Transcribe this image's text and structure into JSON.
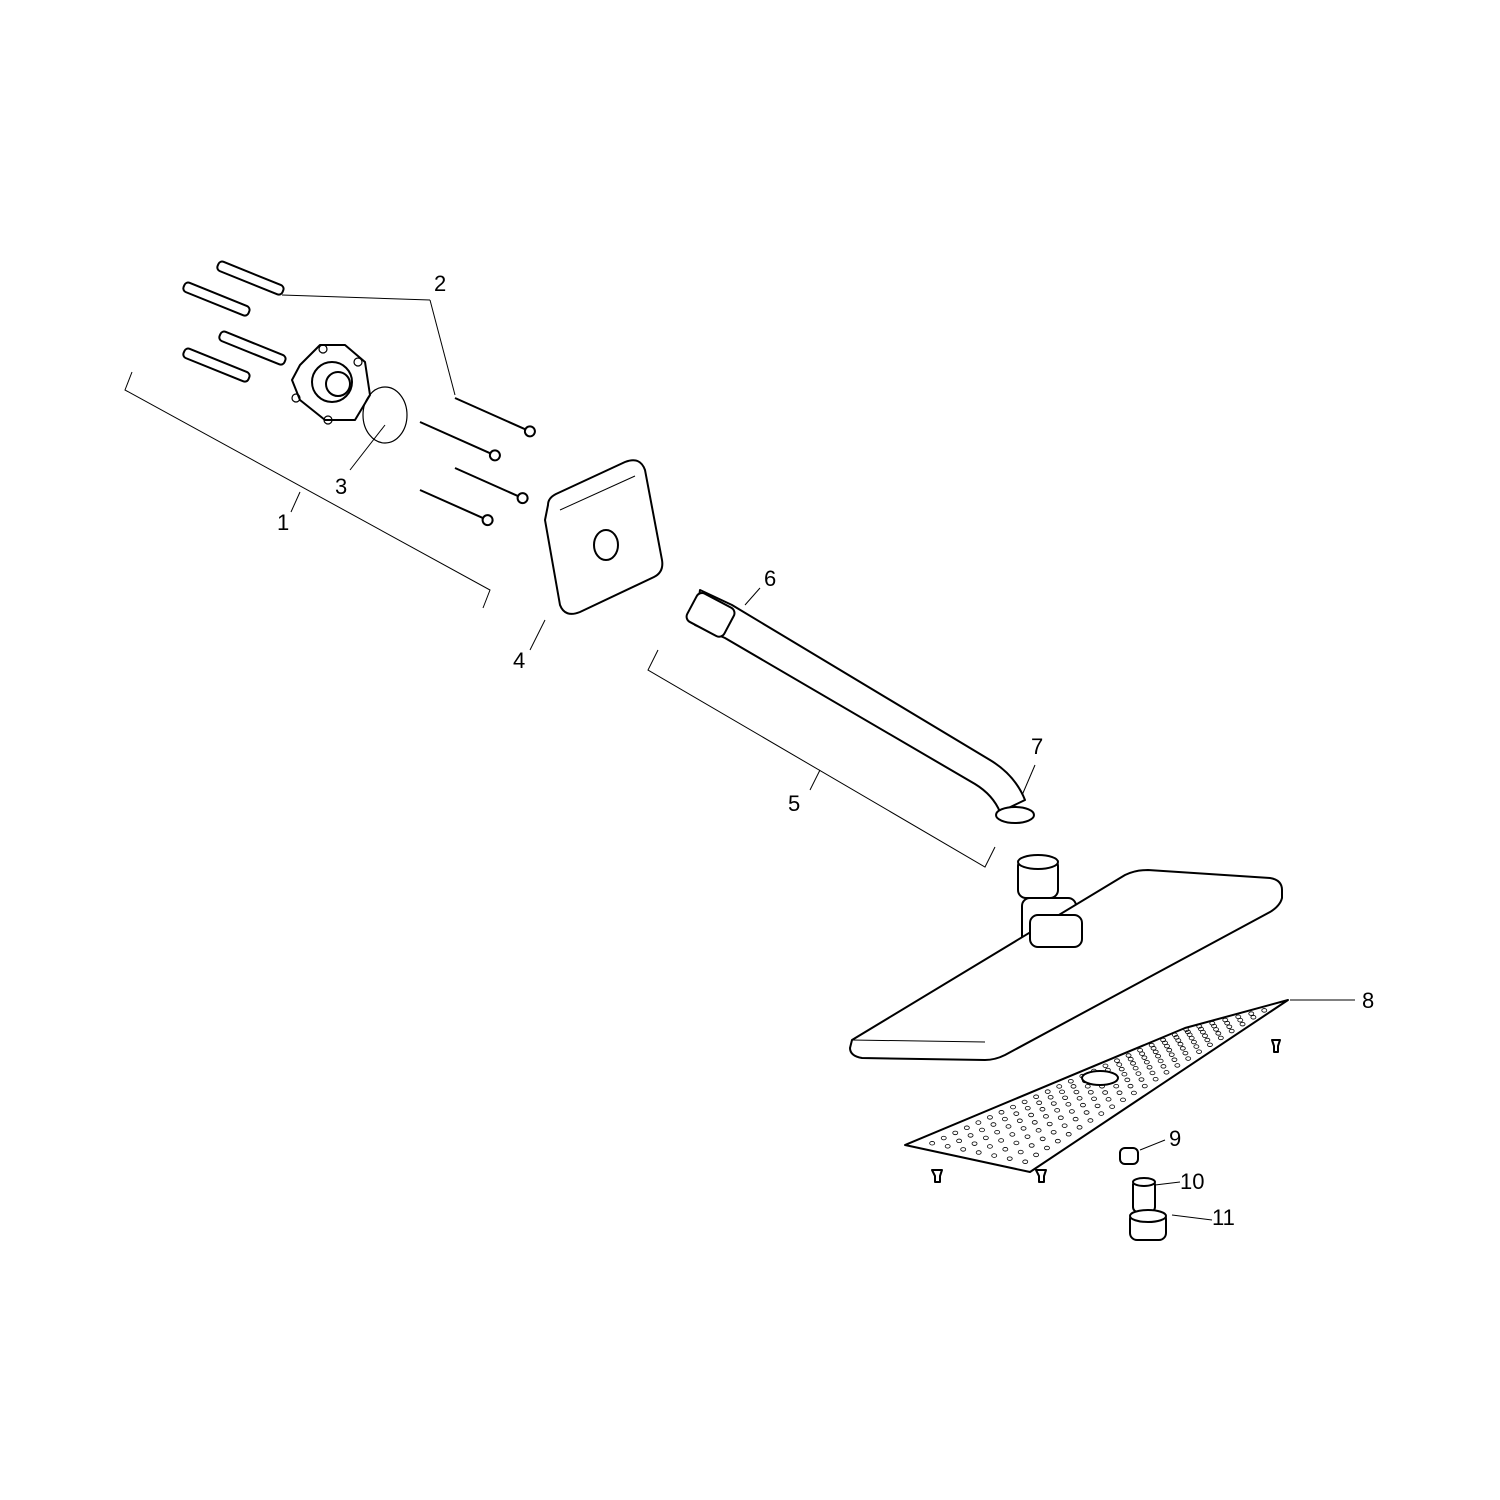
{
  "diagram": {
    "type": "exploded parts view",
    "callouts": [
      "1",
      "2",
      "3",
      "4",
      "5",
      "6",
      "7",
      "8",
      "9",
      "10",
      "11"
    ]
  }
}
